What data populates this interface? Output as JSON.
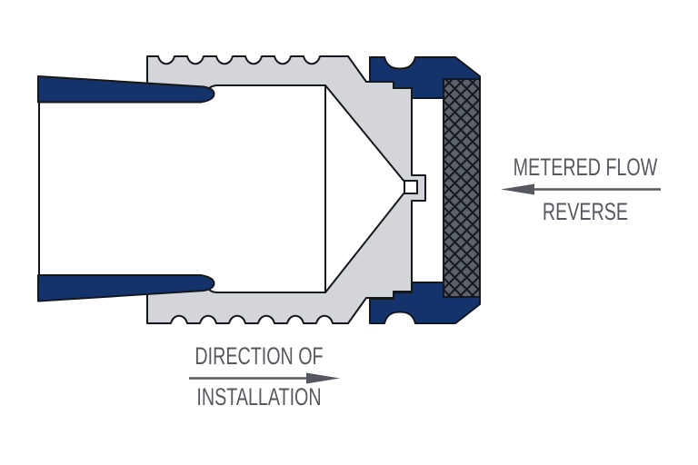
{
  "diagram": {
    "type": "cross-section technical illustration of a pipe fitting / meter coupling with internal flow cone, metering orifice and mesh screen",
    "labels": {
      "metered_flow": "METERED FLOW",
      "reverse": "REVERSE",
      "direction_line1": "DIRECTION OF",
      "direction_line2": "INSTALLATION"
    },
    "arrows": {
      "metered_flow_direction": "left",
      "installation_direction": "right"
    },
    "colors": {
      "pipe_navy": "#14336b",
      "body_gray": "#d3d5da",
      "mesh_gray": "#5b6269",
      "mesh_line": "#181b20",
      "outline": "#14171c",
      "annotation": "#55595f",
      "background": "#ffffff"
    }
  }
}
